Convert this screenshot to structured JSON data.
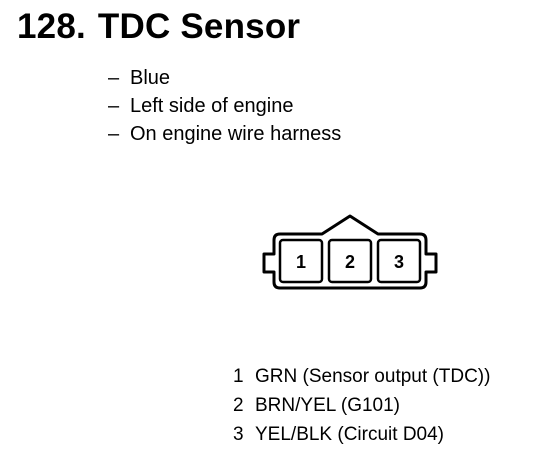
{
  "sensor": {
    "number": "128.",
    "name": "TDC Sensor"
  },
  "details": [
    {
      "dash": "–",
      "text": "Blue"
    },
    {
      "dash": "–",
      "text": "Left side of engine"
    },
    {
      "dash": "–",
      "text": "On engine wire harness"
    }
  ],
  "connector": {
    "terminals": [
      "1",
      "2",
      "3"
    ]
  },
  "pinout": [
    {
      "pin": "1",
      "description": "GRN (Sensor output (TDC))"
    },
    {
      "pin": "2",
      "description": "BRN/YEL (G101)"
    },
    {
      "pin": "3",
      "description": "YEL/BLK (Circuit D04)"
    }
  ]
}
